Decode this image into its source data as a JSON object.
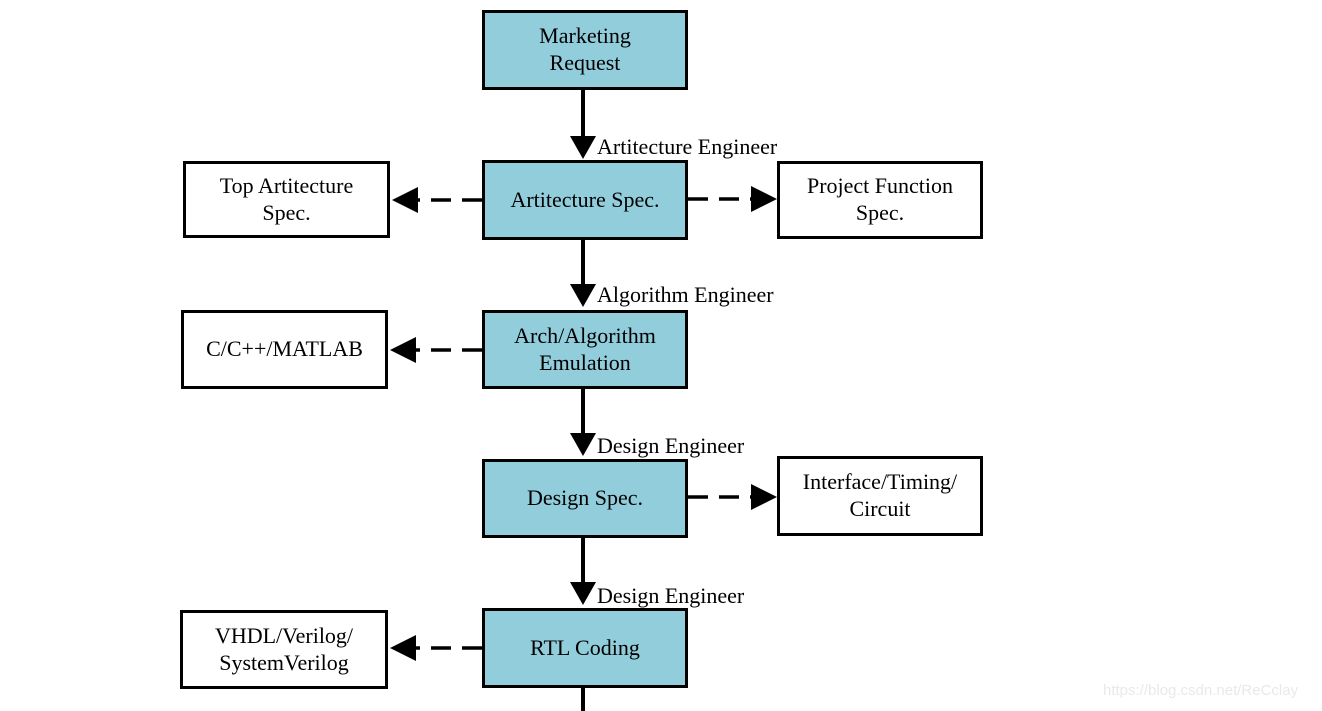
{
  "colors": {
    "process_fill": "#92CDDC",
    "artifact_fill": "#FFFFFF",
    "line": "#000000",
    "watermark_color": "#E9E9E9"
  },
  "nodes": {
    "marketing_request": {
      "label": "Marketing\nRequest",
      "type": "process"
    },
    "artitecture_spec": {
      "label": "Artitecture Spec.",
      "type": "process"
    },
    "arch_algorithm_emulation": {
      "label": "Arch/Algorithm\nEmulation",
      "type": "process"
    },
    "design_spec": {
      "label": "Design Spec.",
      "type": "process"
    },
    "rtl_coding": {
      "label": "RTL Coding",
      "type": "process"
    },
    "top_artitecture_spec": {
      "label": "Top Artitecture\nSpec.",
      "type": "artifact"
    },
    "project_function_spec": {
      "label": "Project Function\nSpec.",
      "type": "artifact"
    },
    "c_cpp_matlab": {
      "label": "C/C++/MATLAB",
      "type": "artifact"
    },
    "interface_timing_circuit": {
      "label": "Interface/Timing/\nCircuit",
      "type": "artifact"
    },
    "vhdl_verilog_systemverilog": {
      "label": "VHDL/Verilog/\nSystemVerilog",
      "type": "artifact"
    }
  },
  "edges": [
    {
      "from": "marketing_request",
      "to": "artitecture_spec",
      "style": "solid-arrow",
      "label": "Artitecture Engineer"
    },
    {
      "from": "artitecture_spec",
      "to": "top_artitecture_spec",
      "style": "dashed-arrow",
      "label": ""
    },
    {
      "from": "artitecture_spec",
      "to": "project_function_spec",
      "style": "dashed-arrow",
      "label": ""
    },
    {
      "from": "artitecture_spec",
      "to": "arch_algorithm_emulation",
      "style": "solid-arrow",
      "label": "Algorithm Engineer"
    },
    {
      "from": "arch_algorithm_emulation",
      "to": "c_cpp_matlab",
      "style": "dashed-arrow",
      "label": ""
    },
    {
      "from": "arch_algorithm_emulation",
      "to": "design_spec",
      "style": "solid-arrow",
      "label": "Design Engineer"
    },
    {
      "from": "design_spec",
      "to": "interface_timing_circuit",
      "style": "dashed-arrow",
      "label": ""
    },
    {
      "from": "design_spec",
      "to": "rtl_coding",
      "style": "solid-arrow",
      "label": "Design Engineer"
    },
    {
      "from": "rtl_coding",
      "to": "vhdl_verilog_systemverilog",
      "style": "dashed-arrow",
      "label": ""
    },
    {
      "from": "rtl_coding",
      "to": null,
      "style": "solid-line-continues-offscreen",
      "label": ""
    }
  ],
  "watermark": "https://blog.csdn.net/ReCclay"
}
